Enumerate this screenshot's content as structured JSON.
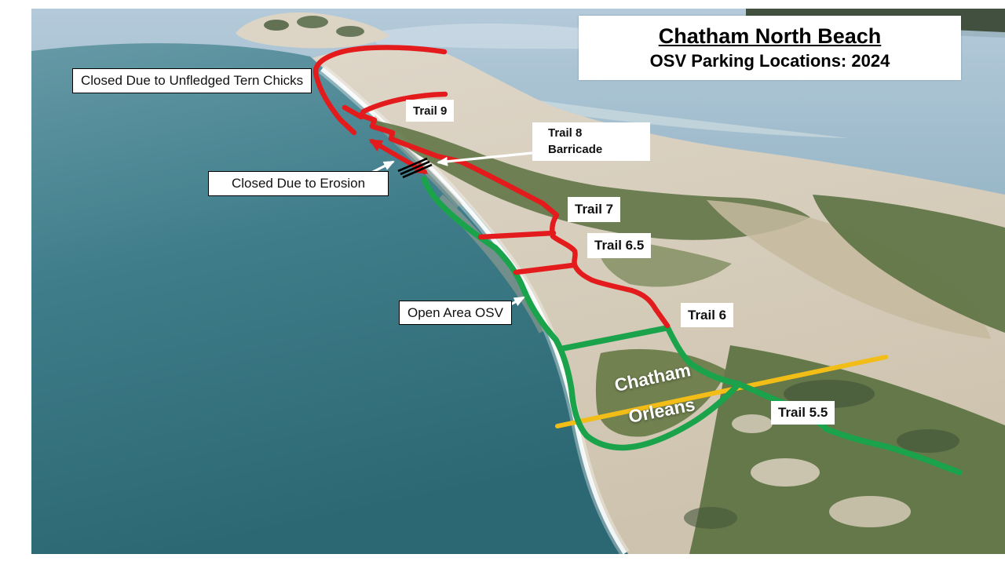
{
  "title": {
    "heading": "Chatham North Beach",
    "subheading": "OSV Parking Locations: 2024"
  },
  "annotations": {
    "tern_closure": "Closed Due to Unfledged Tern Chicks",
    "erosion_closure": "Closed Due to Erosion",
    "open_area": "Open Area OSV",
    "trail_9": "Trail 9",
    "trail_8_line1": "Trail 8",
    "trail_8_line2": "Barricade",
    "trail_7": "Trail 7",
    "trail_6_5": "Trail 6.5",
    "trail_6": "Trail 6",
    "trail_5_5": "Trail 5.5"
  },
  "towns": {
    "north": "Chatham",
    "south": "Orleans"
  },
  "colors": {
    "closed_trail": "#e31b1c",
    "open_trail": "#1aa34b",
    "town_boundary": "#f2bd17",
    "arrow": "#ffffff",
    "barricade": "#000000"
  }
}
